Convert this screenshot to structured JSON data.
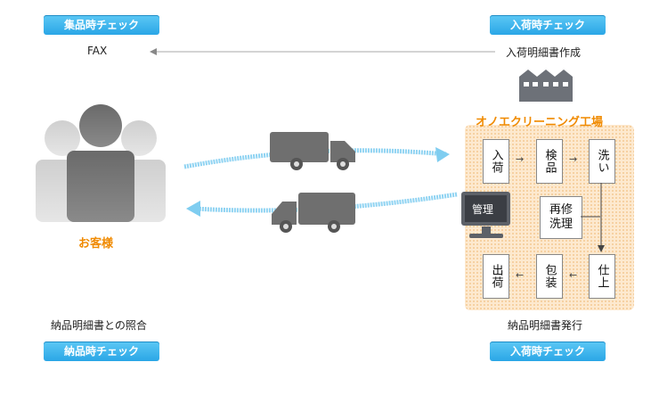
{
  "badges": {
    "collect_check": "集品時チェック",
    "receive_check_top": "入荷時チェック",
    "deliver_check": "納品時チェック",
    "receive_check_bottom": "入荷時チェック"
  },
  "labels": {
    "fax": "FAX",
    "receipt_doc": "入荷明細書作成",
    "customer": "お客様",
    "factory": "オノエクリーニング工場",
    "invoice_match": "納品明細書との照合",
    "invoice_issue": "納品明細書発行",
    "management": "管理"
  },
  "steps": {
    "arrival": "入荷",
    "inspection": "検品",
    "washing": "洗い",
    "rewash": "再修洗理",
    "finishing": "仕上",
    "packing": "包装",
    "shipping": "出荷"
  },
  "colors": {
    "badge": "#2aa6e6",
    "factory_title": "#f08a00",
    "customer_label": "#f08a00",
    "flow_arrow": "#7fcdf0"
  }
}
